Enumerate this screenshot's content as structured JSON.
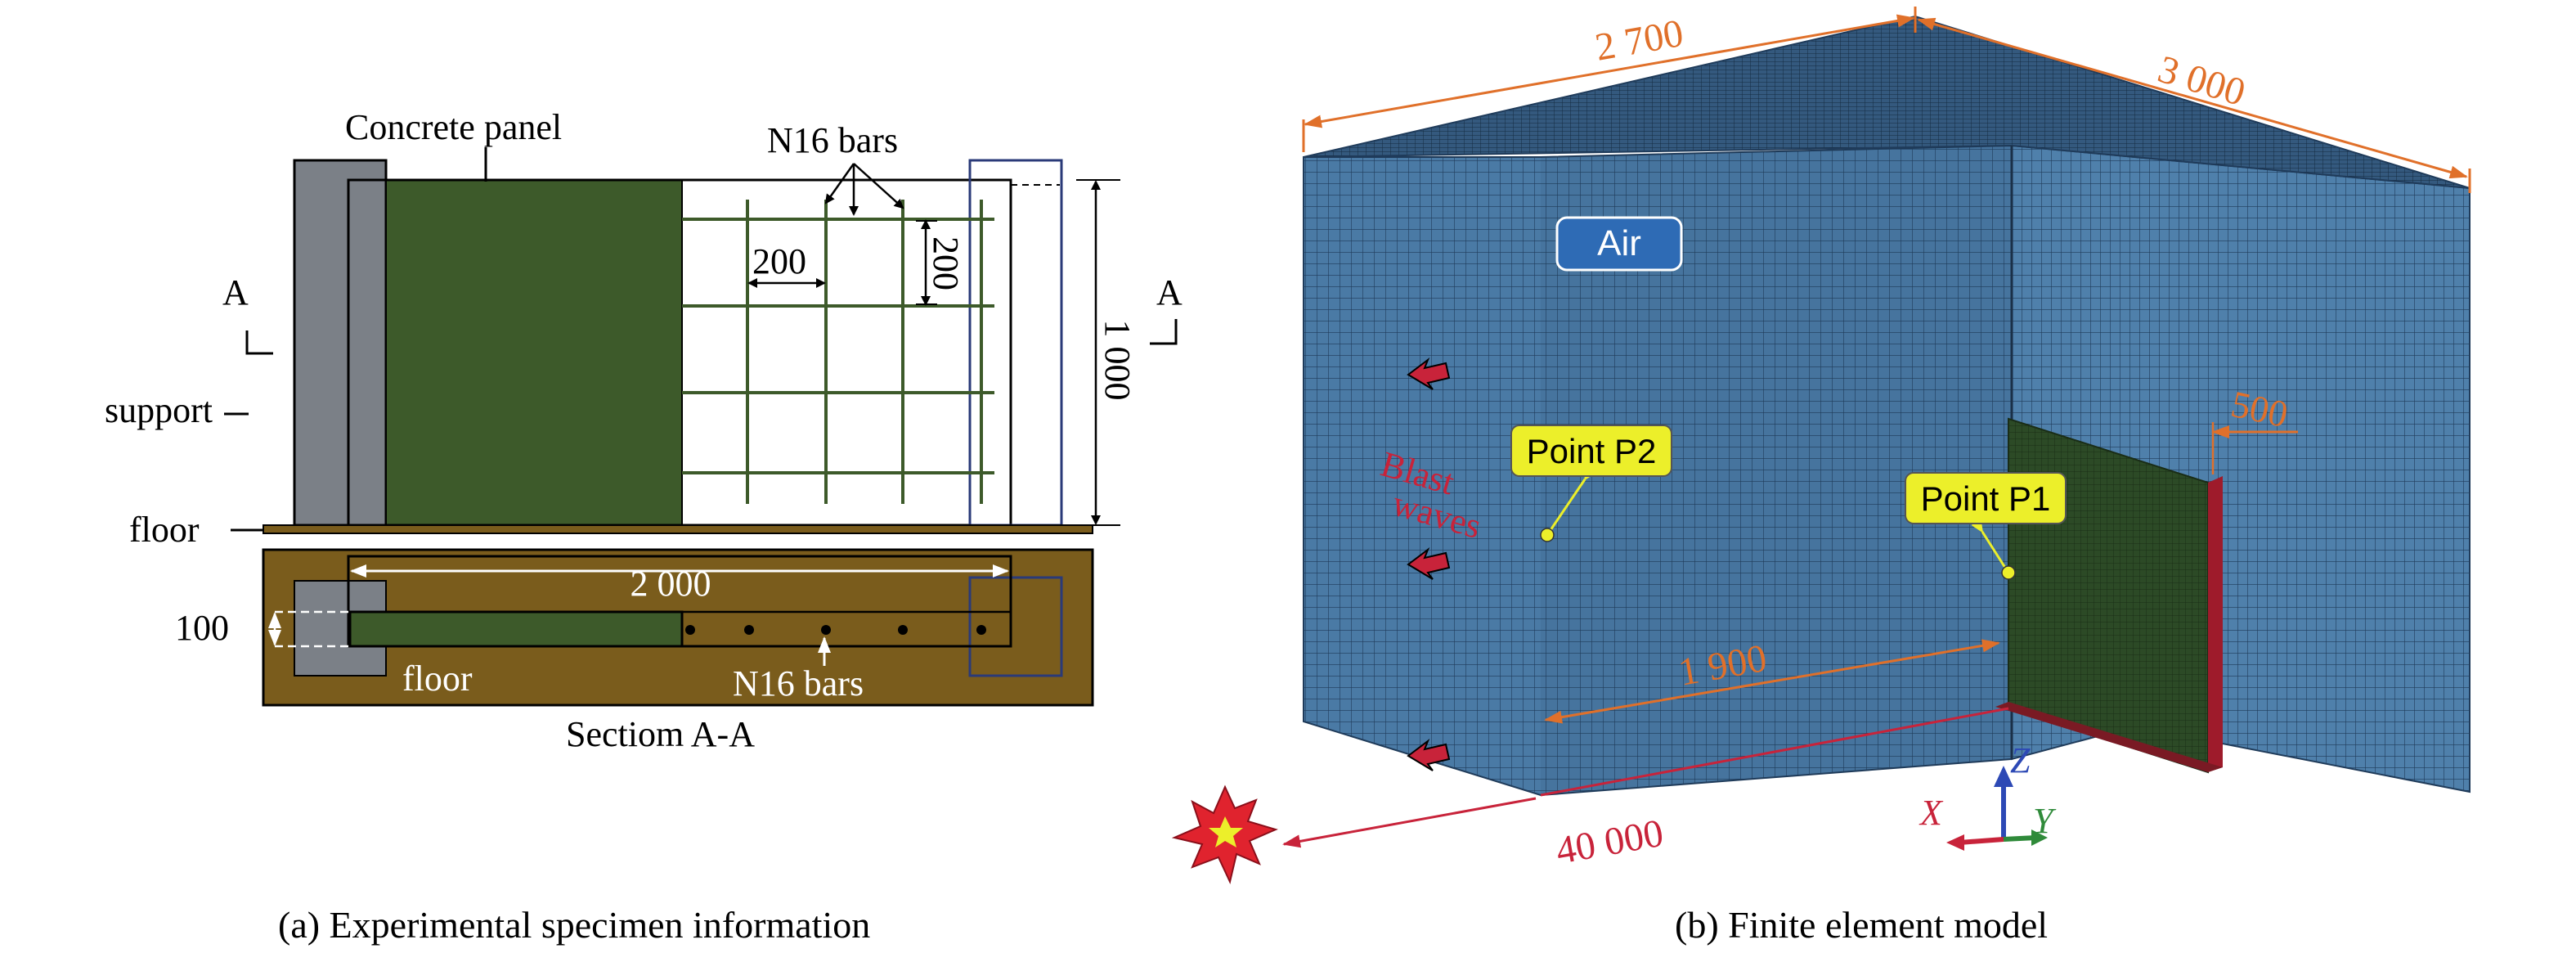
{
  "left_panel": {
    "caption": "(a) Experimental specimen information",
    "label_concrete_panel": "Concrete panel",
    "label_n16_bars_top": "N16 bars",
    "label_support": "support",
    "label_floor_elevation": "floor",
    "label_section_left": "A",
    "label_section_right": "A",
    "dim_spacing_h": "200",
    "dim_spacing_v": "200",
    "dim_height": "1 000",
    "dim_length": "2 000",
    "dim_thickness": "100",
    "label_floor_plan": "floor",
    "label_n16_bars_bottom": "N16 bars",
    "section_title": "Sectiom A-A",
    "colors": {
      "support": "#7b8087",
      "panel": "#3d5a2a",
      "floor_plan": "#7a5c1c",
      "rebar": "#3d5a2a"
    }
  },
  "right_panel": {
    "caption": "(b) Finite element model",
    "dim_top_left": "2 700",
    "dim_top_right": "3 000",
    "label_air": "Air",
    "label_blast_line1": "Blast",
    "label_blast_line2": "waves",
    "label_point_p1": "Point P1",
    "label_point_p2": "Point P2",
    "dim_panel_offset": "500",
    "dim_depth": "1 900",
    "dim_standoff": "40 000",
    "axis_x": "X",
    "axis_y": "Y",
    "axis_z": "Z",
    "colors": {
      "mesh_face": "#4a7aa5",
      "mesh_shadow": "#3f6d96",
      "dimension": "#e0702a",
      "standoff": "#c8233a",
      "callout_fill": "#ecef2a",
      "air_badge": "#2e6bb5",
      "panel": "#2c4a26",
      "panel_edge": "#9e1b2b"
    }
  }
}
